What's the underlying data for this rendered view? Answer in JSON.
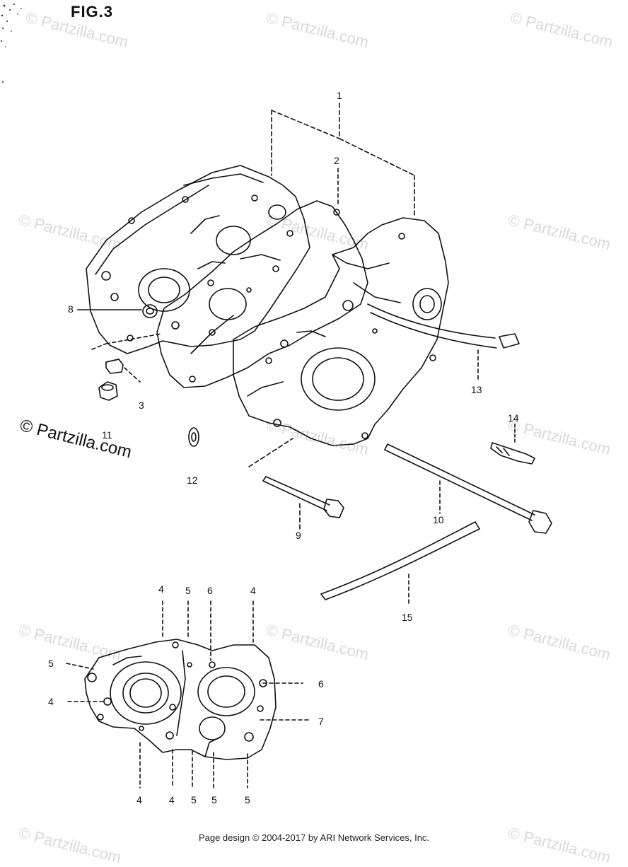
{
  "figure": {
    "title": "FIG.3"
  },
  "watermark": {
    "text": "© Partzilla.com"
  },
  "callouts": {
    "c1": "1",
    "c2": "2",
    "c3": "3",
    "c8": "8",
    "c9": "9",
    "c10": "10",
    "c11": "11",
    "c12": "12",
    "c13": "13",
    "c14": "14",
    "c15": "15",
    "top4a": "4",
    "top5": "5",
    "top6": "6",
    "top4b": "4",
    "left5": "5",
    "left4": "4",
    "right6": "6",
    "right7": "7",
    "bot4a": "4",
    "bot4b": "4",
    "bot5a": "5",
    "bot5b": "5",
    "bot5c": "5"
  },
  "footer": {
    "text": "Page design © 2004-2017 by ARI Network Services, Inc."
  }
}
